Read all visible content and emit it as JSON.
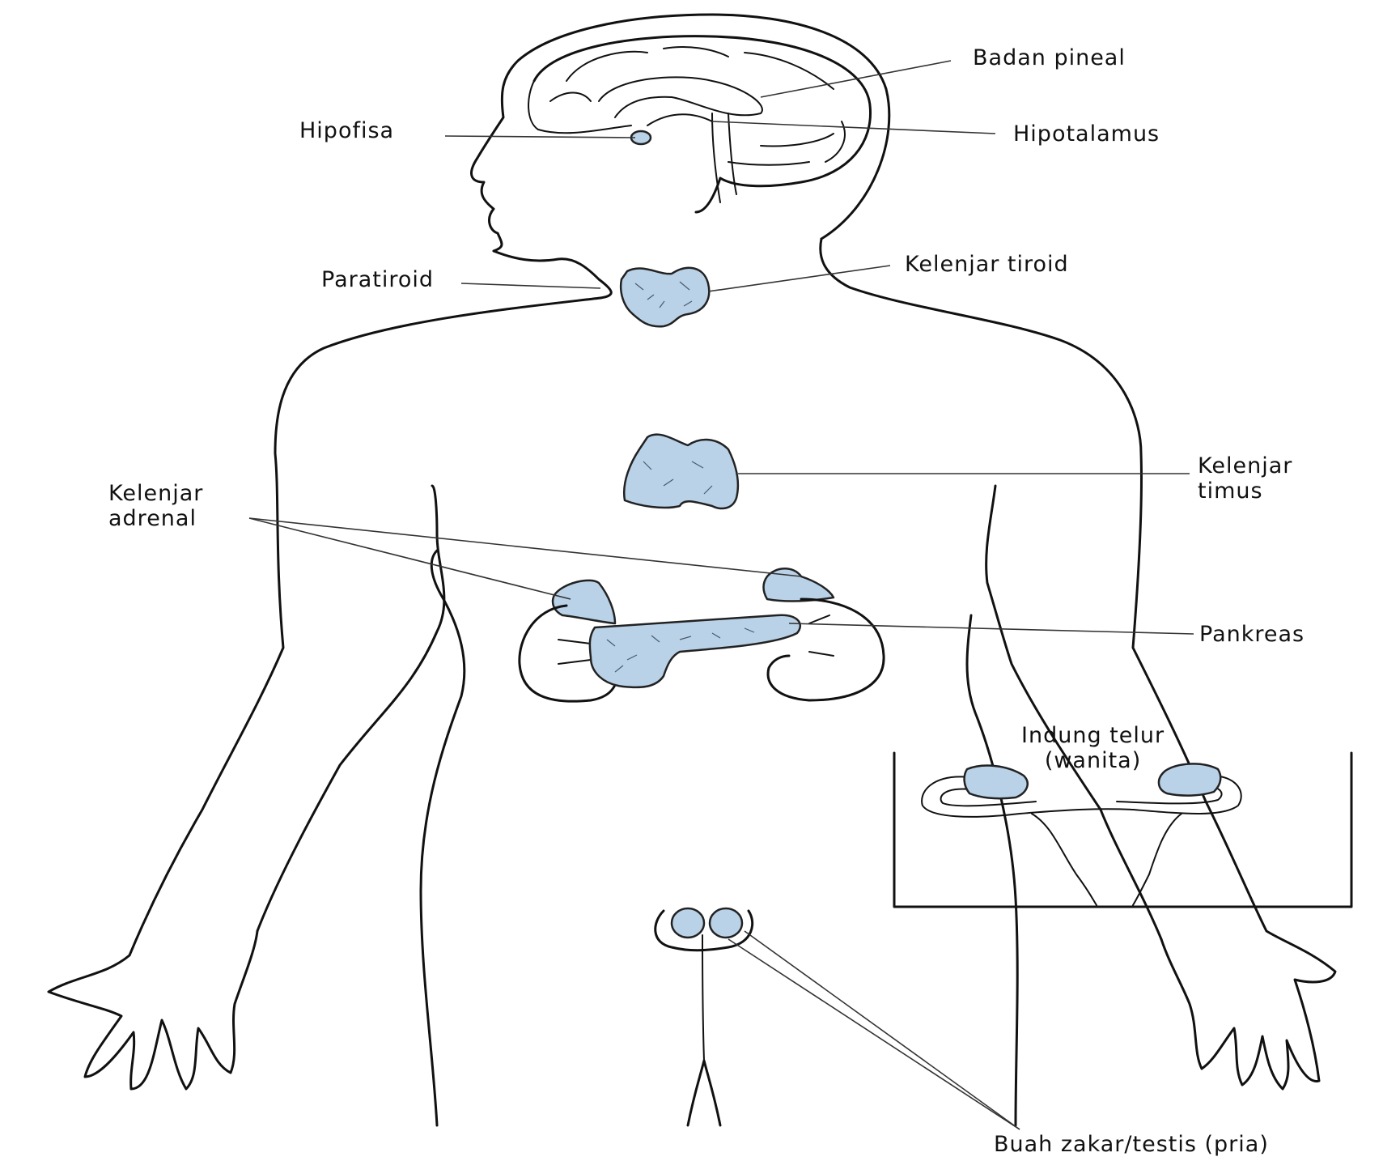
{
  "colors": {
    "gland_fill": "#b9d2e8",
    "outline": "#111111",
    "leader": "#333333"
  },
  "labels": {
    "badan_pineal": "Badan pineal",
    "hipofisa": "Hipofisa",
    "hipotalamus": "Hipotalamus",
    "paratiroid": "Paratiroid",
    "kelenjar_tiroid": "Kelenjar tiroid",
    "kelenjar_timus": [
      "Kelenjar",
      "timus"
    ],
    "kelenjar_adrenal": [
      "Kelenjar",
      "adrenal"
    ],
    "pankreas": "Pankreas",
    "indung_telur": [
      "Indung telur",
      "(wanita)"
    ],
    "buah_zakar": "Buah zakar/testis  (pria)"
  }
}
